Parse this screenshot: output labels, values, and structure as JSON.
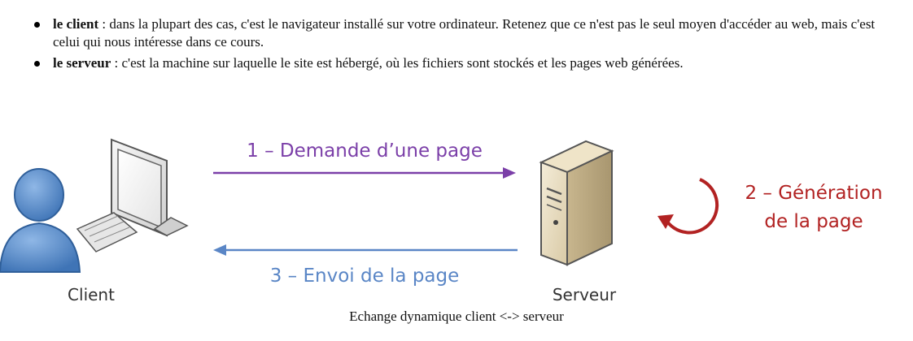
{
  "bullets": [
    {
      "term": "le client",
      "text": " : dans la plupart des cas, c'est le navigateur installé sur votre ordinateur. Retenez que ce n'est pas le seul moyen d'accéder au web, mais c'est celui qui nous intéresse dans ce cours."
    },
    {
      "term": "le serveur",
      "text": " : c'est la machine sur laquelle le site est hébergé, où les fichiers sont stockés et les pages web générées."
    }
  ],
  "diagram": {
    "arrow_request": "1 – Demande d’une page",
    "arrow_response": "3 – Envoi de la page",
    "generation_line1": "2 – Génération",
    "generation_line2": "de la page",
    "client_label": "Client",
    "server_label": "Serveur",
    "colors": {
      "request_arrow": "#7b3fa8",
      "response_arrow": "#5a86c6",
      "generation": "#b22222",
      "person": "#4f86c6"
    }
  },
  "caption": "Echange dynamique client <-> serveur"
}
